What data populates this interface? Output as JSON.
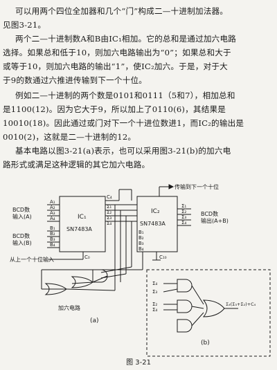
{
  "text": {
    "p1_l1": "可以用两个四位全加器和几个“门”构成二—十进制加法器。",
    "p1_l2": "见图3-21。",
    "p2_l1": "两个二—十进制数A和B由IC₁相加。它的总和是通过加六电路",
    "p2_l2": "选择。如果总和低于10，则加六电路输出为“0”；如果总和大于",
    "p2_l3": "或等于10，则加六电路的输出“1”，使IC₂加六。于是，对于大",
    "p2_l4": "于9的数通过六推进传输到下一个十位。",
    "p3_l1": "例如二—十进制的两个数是0101和0111（5和7），相加总和",
    "p3_l2": "是1100(12)。因为它大于9，所以加上了0110(6)，其结果是",
    "p3_l3": "10010(18)。因此通过或门对下一个十进位数进1，而IC₂的输出是",
    "p3_l4": "0010(2)，这就是二—十进制的12。",
    "p4_l1": "基本电路以图3-21(a)表示，也可以采用图3-21(b)的加六电",
    "p4_l2": "路形式或满足这种逻辑的其它加六电路。"
  },
  "figure": {
    "caption": "图 3-21",
    "carry_out_label": "传输到下一个十位",
    "bcd_a_label": [
      "BCD数",
      "输入(A)"
    ],
    "bcd_b_label": [
      "BCD数",
      "输入(B)"
    ],
    "bcd_out_label": [
      "BCD数",
      "输出(A+B)"
    ],
    "carry_in_label": "从上一个十位输入",
    "ic1": {
      "name": "IC₁",
      "part": "SN7483A"
    },
    "ic2": {
      "name": "IC₂",
      "part": "SN7483A"
    },
    "a_pins": [
      "A₁",
      "A₂",
      "A₃",
      "A₄"
    ],
    "b_pins": [
      "B₁",
      "B₂",
      "B₃",
      "B₄"
    ],
    "ic1_out_pins": [
      "Σ₁",
      "Σ₂",
      "Σ₃",
      "Σ₄"
    ],
    "ic2_out_pins": [
      "Σ₁",
      "Σ₂",
      "Σ₃",
      "Σ₄"
    ],
    "ic2_b_pins": [
      "B₁",
      "B₂",
      "B₃",
      "B₄"
    ],
    "c4": "C₄",
    "c0": "C₀",
    "c10": "C₁₀",
    "add6_label": "加六电路",
    "panel_a": "(a)",
    "panel_b": "(b)",
    "b_inputs": [
      "Σ₄",
      "Σ₃",
      "Σ₂",
      "Σ₄"
    ],
    "b_output": "Σ₄(Σ₃+Σ₂)+C₄"
  }
}
